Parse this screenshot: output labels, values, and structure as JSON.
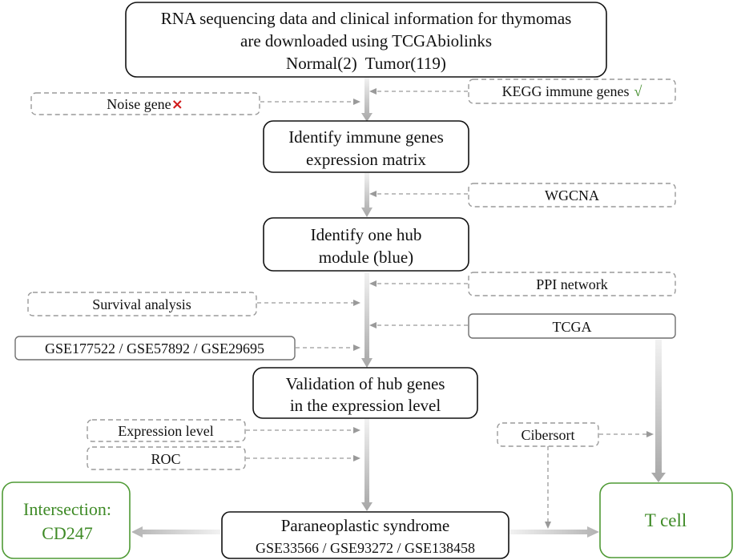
{
  "main_flow": {
    "download": {
      "line1": "RNA sequencing data and clinical information for thymomas",
      "line2": "are downloaded using TCGAbiolinks",
      "line3": "Normal(2)  Tumor(119)"
    },
    "immune_matrix": {
      "line1": "Identify immune genes",
      "line2": "expression matrix"
    },
    "hub_module": {
      "line1": "Identify one hub",
      "line2": "module (blue)"
    },
    "validation": {
      "line1": "Validation of hub genes",
      "line2": "in the expression level"
    },
    "paraneoplastic": {
      "line1": "Paraneoplastic syndrome",
      "line2": "GSE33566 / GSE93272 / GSE138458"
    }
  },
  "side_inputs": {
    "noise_gene": {
      "label": "Noise gene",
      "mark": "×"
    },
    "kegg": {
      "label": "KEGG immune genes",
      "mark": "√"
    },
    "wgcna": "WGCNA",
    "ppi": "PPI network",
    "survival": "Survival analysis",
    "tcga": "TCGA",
    "gse_validation": "GSE177522 / GSE57892 / GSE29695",
    "expression_level": "Expression level",
    "roc": "ROC",
    "cibersort": "Cibersort"
  },
  "outcomes": {
    "intersection": {
      "line1": "Intersection:",
      "line2": "CD247"
    },
    "t_cell": "T cell"
  },
  "colors": {
    "box_border": "#111111",
    "dashed_border": "#9a9a9a",
    "solid_gray_border": "#6f6f6f",
    "outcome_border": "#4f9a35",
    "outcome_text": "#3e8a26",
    "cross_mark": "#d11a1a",
    "check_mark": "#3e8a26",
    "arrow_light": "#f2f2f2",
    "arrow_dark": "#a6a6a6"
  }
}
